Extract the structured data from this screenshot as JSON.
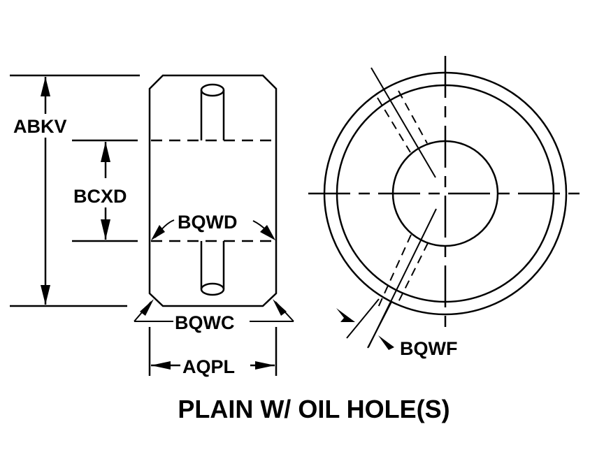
{
  "diagram": {
    "title": "PLAIN W/ OIL HOLE(S)",
    "labels": {
      "overall_length": "ABKV",
      "hole_spacing": "BCXD",
      "chamfer_inner": "BQWD",
      "chamfer_outer": "BQWC",
      "outer_diameter": "AQPL",
      "oil_hole_diameter": "BQWF"
    },
    "views": [
      "side-view",
      "end-view"
    ],
    "line_color": "#000000",
    "background_color": "#ffffff"
  }
}
